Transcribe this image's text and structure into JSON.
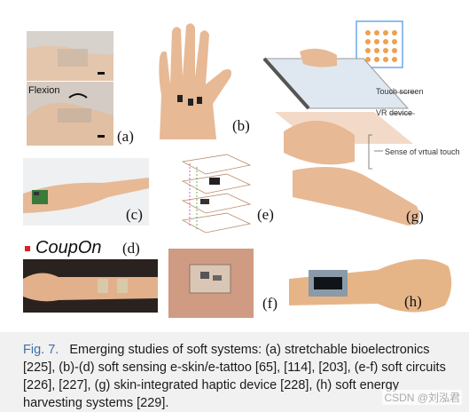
{
  "panels": {
    "a": {
      "label": "(a)",
      "annotation": "Flexion"
    },
    "b": {
      "label": "(b)"
    },
    "c": {
      "label": "(c)"
    },
    "d": {
      "label": "(d)",
      "brand": "CoupOn"
    },
    "e": {
      "label": "(e)"
    },
    "f": {
      "label": "(f)"
    },
    "g": {
      "label": "(g)",
      "callouts": [
        "Touch screen",
        "VR device",
        "Sense of vrtual touch"
      ]
    },
    "h": {
      "label": "(h)"
    }
  },
  "caption": {
    "fig": "Fig. 7.",
    "text": "Emerging studies of soft systems: (a) stretchable bioelectronics [225], (b)-(d) soft sensing e-skin/e-tattoo [65], [114], [203], (e-f) soft circuits [226], [227], (g) skin-integrated haptic device [228], (h) soft energy harvesting systems [229]."
  },
  "watermark": "CSDN @刘泓君",
  "colors": {
    "brand_red": "#e02020",
    "caption_bg": "#f1f1f1",
    "fig_blue": "#3f6fa8"
  }
}
